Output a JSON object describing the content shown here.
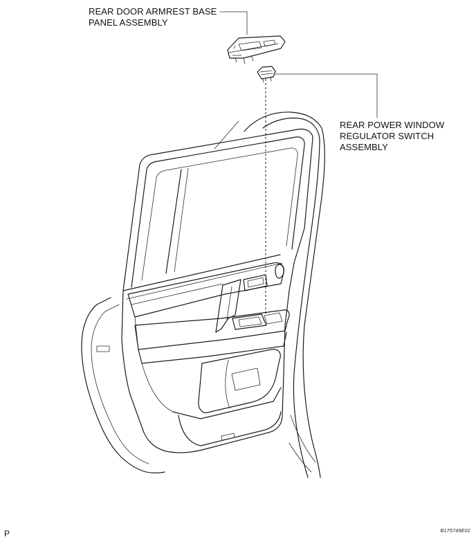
{
  "labels": {
    "armrest": {
      "line1": "REAR DOOR ARMREST BASE",
      "line2": "PANEL ASSEMBLY"
    },
    "switch": {
      "line1": "REAR POWER WINDOW",
      "line2": "REGULATOR SWITCH",
      "line3": "ASSEMBLY"
    }
  },
  "footer": {
    "page_code": "P",
    "figure_id": "B175749E01"
  }
}
